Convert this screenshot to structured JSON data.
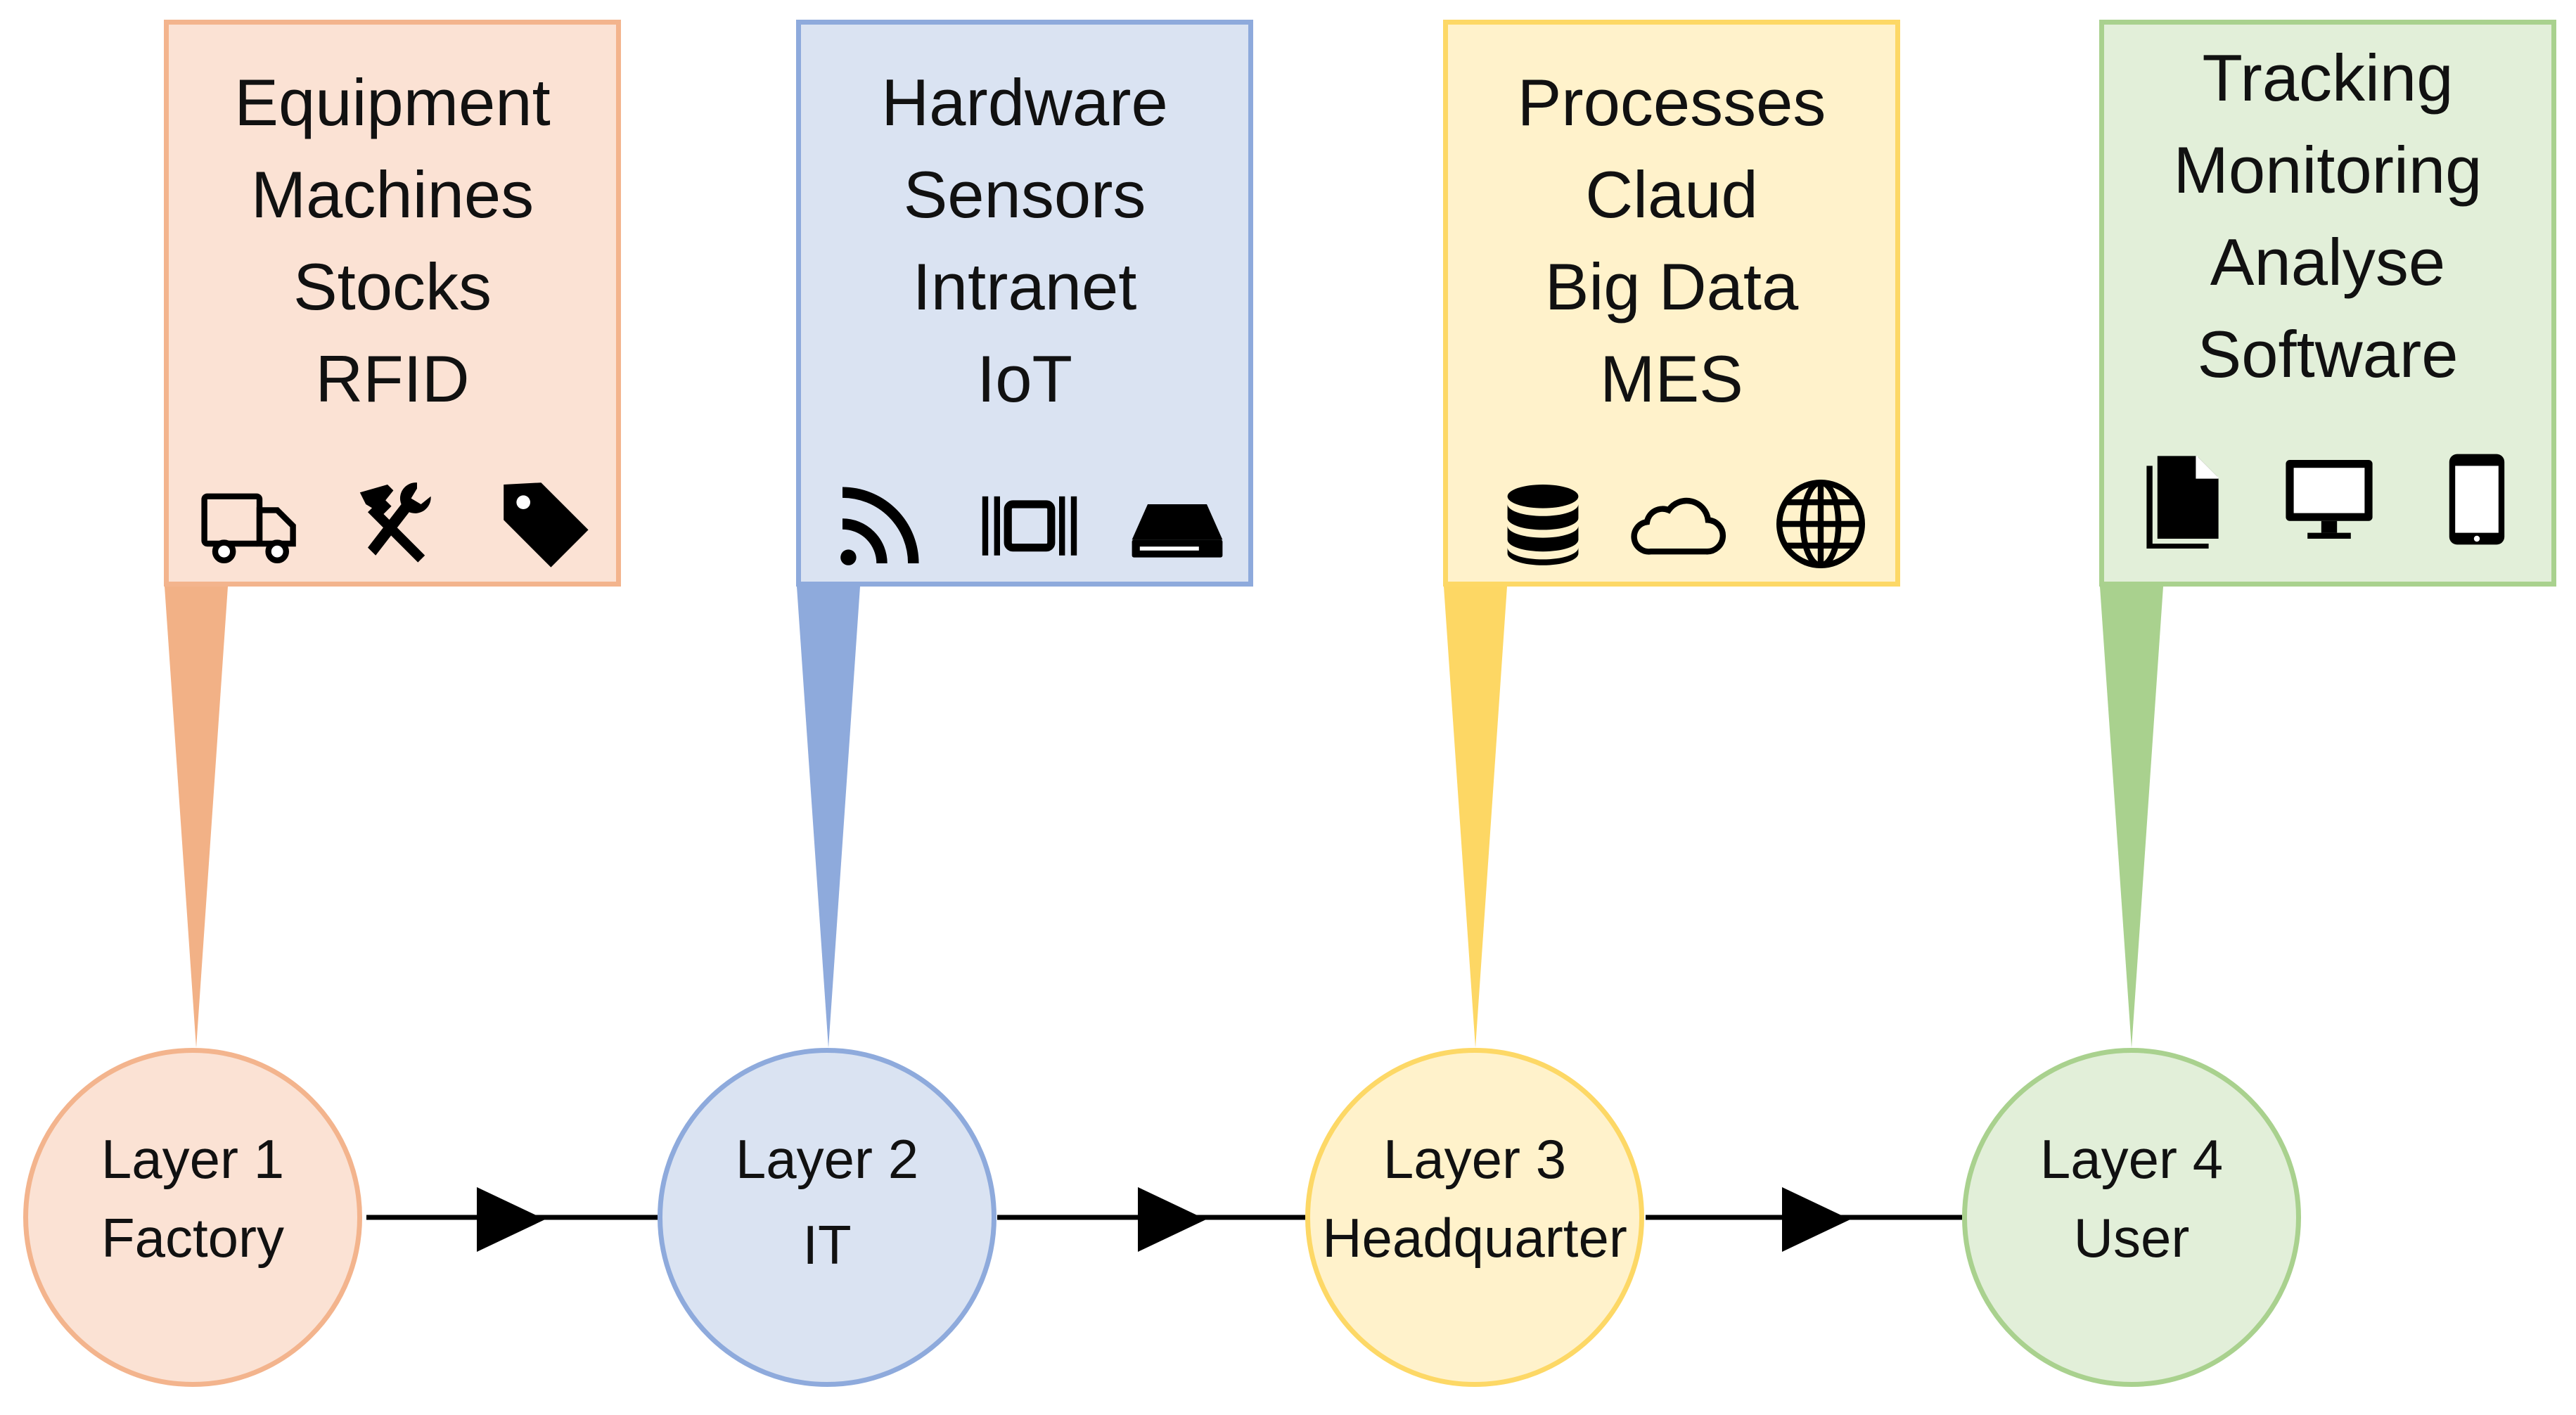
{
  "colors": {
    "orange": {
      "fill": "#fbe2d4",
      "border": "#f3b48d",
      "pointer": "#f2b186"
    },
    "blue": {
      "fill": "#dae3f2",
      "border": "#8eaadc",
      "pointer": "#8eaadc"
    },
    "yellow": {
      "fill": "#fff2cb",
      "border": "#fdd866",
      "pointer": "#fdd764"
    },
    "green": {
      "fill": "#e2efd9",
      "border": "#a9d18e",
      "pointer": "#a9d18e"
    },
    "connector": "#000000"
  },
  "boxes": [
    {
      "id": "factory-resources",
      "color": "orange",
      "lines": [
        "Equipment",
        "Machines",
        "Stocks",
        "RFID"
      ],
      "icons": [
        "truck-icon",
        "hammer-wrench-icon",
        "tag-icon"
      ]
    },
    {
      "id": "it-resources",
      "color": "blue",
      "lines": [
        "Hardware",
        "Sensors",
        "Intranet",
        "IoT"
      ],
      "icons": [
        "rss-icon",
        "rfid-reader-icon",
        "hard-drive-icon"
      ]
    },
    {
      "id": "headquarter-resources",
      "color": "yellow",
      "lines": [
        "Processes",
        "Claud",
        "Big Data",
        "MES"
      ],
      "icons": [
        "database-icon",
        "cloud-icon",
        "globe-icon"
      ]
    },
    {
      "id": "user-resources",
      "color": "green",
      "lines": [
        "Tracking",
        "Monitoring",
        "Analyse",
        "Software"
      ],
      "icons": [
        "document-icon",
        "monitor-icon",
        "tablet-icon"
      ]
    }
  ],
  "layers": [
    {
      "id": "layer-1",
      "color": "orange",
      "lines": [
        "Layer 1",
        "Factory"
      ]
    },
    {
      "id": "layer-2",
      "color": "blue",
      "lines": [
        "Layer 2",
        "IT"
      ]
    },
    {
      "id": "layer-3",
      "color": "yellow",
      "lines": [
        "Layer 3",
        "Headquarter"
      ]
    },
    {
      "id": "layer-4",
      "color": "green",
      "lines": [
        "Layer 4",
        "User"
      ]
    }
  ]
}
